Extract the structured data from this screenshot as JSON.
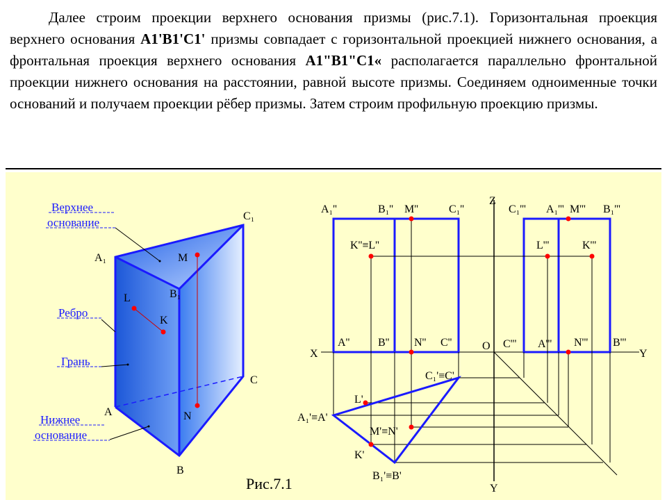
{
  "paragraph": {
    "t1": "Далее строим проекции верхнего основания призмы (рис.7.1). Горизонтальная проекция верхнего основания ",
    "b1": "A1'B1'C1'",
    "t2": " призмы совпадает с горизонтальной проекцией нижнего основания, а фронтальная проекция верхнего основания ",
    "b2": "A1\"B1\"C1«",
    "t3": " располагается параллельно фронтальной проекции нижнего основания на расстоянии, равной высоте призмы. Соединяем одноименные точки оснований и получаем проекции рёбер призмы. Затем строим профильную проекцию призмы."
  },
  "left_figure": {
    "callouts": {
      "upper_base": [
        "Верхнее",
        "основание"
      ],
      "edge": "Ребро",
      "face": "Грань",
      "lower_base": [
        "Нижнее",
        "основание"
      ]
    },
    "points": {
      "a1": "A₁",
      "b1": "B₁",
      "c1": "C₁",
      "a": "A",
      "b": "B",
      "c": "C",
      "m": "M",
      "n": "N",
      "l": "L",
      "k": "K"
    }
  },
  "right_figure": {
    "axes": {
      "x": "X",
      "z": "Z",
      "o": "O",
      "y": "Y",
      "y_bottom": "Y"
    },
    "frontal_labels": {
      "a1": "A₁''",
      "b1": "B₁''",
      "m_top": "M''",
      "c1": "C₁''",
      "kl": "K''≡L''",
      "a": "A''",
      "b": "B''",
      "n": "N''",
      "c": "C''"
    },
    "profile_labels": {
      "c1": "C₁'''",
      "a1": "A₁'''",
      "m_top": "M'''",
      "b1": "B₁'''",
      "l": "L'''",
      "k": "K'''",
      "c": "C'''",
      "a": "A'''",
      "n": "N'''",
      "b": "B'''"
    },
    "horizontal_labels": {
      "c": "C₁'≡C'",
      "l": "L'",
      "a": "A₁'≡A'",
      "mn": "M'≡N'",
      "k": "K'",
      "b": "B₁'≡B'"
    }
  },
  "caption": "Рис.7.1",
  "colors": {
    "panel": "#ffffcc",
    "outline": "#1a1aff",
    "point": "#ff0000"
  }
}
